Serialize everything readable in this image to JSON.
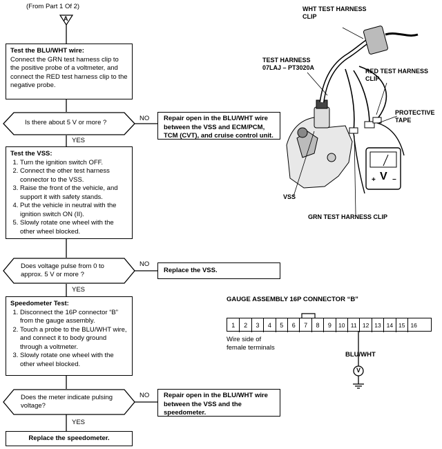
{
  "flow": {
    "from_part": "(From Part 1 Of 2)",
    "connector_label": "A",
    "step1": {
      "title": "Test the BLU/WHT wire:",
      "body": "Connect the GRN test harness clip to the positive probe of a voltmeter, and connect the RED test harness clip to the negative probe."
    },
    "q1": "Is there about 5 V or more ?",
    "q1_no_action": "Repair open in the BLU/WHT wire between the VSS and ECM/PCM, TCM (CVT), and cruise control unit.",
    "step2": {
      "title": "Test the VSS:",
      "items": [
        "Turn the ignition switch OFF.",
        "Connect the other test harness connector to the VSS.",
        "Raise the front of the vehicle, and support it with safety stands.",
        "Put the vehicle in neutral with the ignition switch ON (II).",
        "Slowly rotate one wheel with the other wheel blocked."
      ]
    },
    "q2": "Does voltage pulse from 0 to approx. 5 V or more ?",
    "q2_no_action": "Replace the VSS.",
    "step3": {
      "title": "Speedometer Test:",
      "items": [
        "Disconnect the 16P connector “B” from the gauge assembly.",
        "Touch a probe to the BLU/WHT wire, and connect it to body ground through a voltmeter.",
        "Slowly rotate one wheel with the other wheel blocked."
      ]
    },
    "q3": "Does the meter indicate pulsing voltage?",
    "q3_no_action": "Repair open in the BLU/WHT wire between the VSS and the speedometer.",
    "final_action": "Replace the speedometer.",
    "yes_label": "YES",
    "no_label": "NO"
  },
  "illustration": {
    "wht_clip": "WHT TEST HARNESS\nCLIP",
    "test_harness": "TEST HARNESS\n07LAJ – PT3020A",
    "red_clip": "RED TEST HARNESS\nCLIP",
    "protective_tape": "PROTECTIVE\nTAPE",
    "vss": "VSS",
    "grn_clip": "GRN TEST HARNESS CLIP",
    "meter_symbol": "V",
    "meter_plus": "+",
    "meter_minus": "−"
  },
  "connector": {
    "title": "GAUGE ASSEMBLY 16P CONNECTOR “B”",
    "terminals": [
      "1",
      "2",
      "3",
      "4",
      "5",
      "6",
      "7",
      "8",
      "9",
      "10",
      "11",
      "12",
      "13",
      "14",
      "15",
      "16"
    ],
    "note": "Wire side of\nfemale terminals",
    "wire_label": "BLU/WHT",
    "meter_symbol": "V"
  }
}
